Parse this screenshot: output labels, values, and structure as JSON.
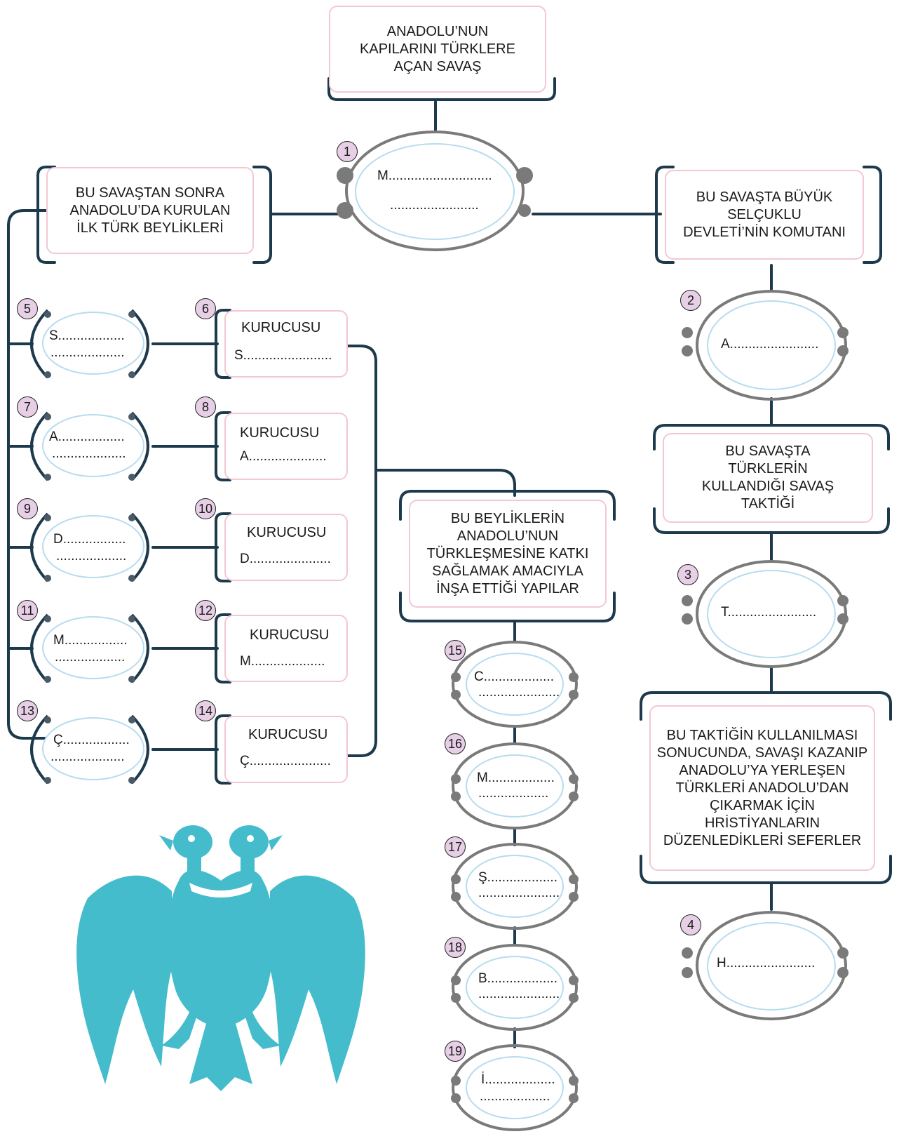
{
  "boxes": {
    "top": "ANADOLU’NUN KAPILARINI TÜRKLERE AÇAN SAVAŞ",
    "left": "BU SAVAŞTAN SONRA ANADOLU’DA KURULAN İLK TÜRK BEYLİKLERİ",
    "right1": "BU SAVAŞTA BÜYÜK SELÇUKLU DEVLETİ’NİN KOMUTANI",
    "right2": "BU SAVAŞTA TÜRKLERİN KULLANDIĞI SAVAŞ TAKTİĞİ",
    "right3": "BU TAKTİĞİN  KULLANILMASI SONUCUNDA, SAVAŞI KAZANIP ANADOLU’YA YERLEŞEN TÜRKLERİ ANADOLU’DAN ÇIKARMAK İÇİN HRİSTİYANLARIN DÜZENLEDİKLERİ SEFERLER",
    "middle": "BU BEYLİKLERİN ANADOLU’NUN TÜRKLEŞMESİNE KATKI SAĞLAMAK AMACIYLA İNŞA ETTİĞİ YAPILAR"
  },
  "founder_label": "KURUCUSU",
  "numbers": [
    "1",
    "2",
    "3",
    "4",
    "5",
    "6",
    "7",
    "8",
    "9",
    "10",
    "11",
    "12",
    "13",
    "14",
    "15",
    "16",
    "17",
    "18",
    "19"
  ],
  "blanks": {
    "b1a": "M............................",
    "b1b": "........................",
    "b2": "A........................",
    "b3": "T........................",
    "b4": "H........................",
    "b5a": "S..................",
    "b5b": "....................",
    "b6": "S........................",
    "b7a": "A..................",
    "b7b": "....................",
    "b8": "A.....................",
    "b9a": "D.................",
    "b9b": "...................",
    "b10": "D......................",
    "b11a": "M.................",
    "b11b": "...................",
    "b12": "M....................",
    "b13a": "Ç..................",
    "b13b": "....................",
    "b14": "Ç......................",
    "b15a": "C...................",
    "b15b": "......................",
    "b16a": "M..................",
    "b16b": "...................",
    "b17a": "Ş...................",
    "b17b": "......................",
    "b18a": "B...................",
    "b18b": "......................",
    "b19a": "İ...................",
    "b19b": "..................."
  },
  "colors": {
    "frame": "#1d3a4c",
    "ring": "#7a7a7a",
    "inner": "#b6dcef",
    "box_border": "#f2c8d2",
    "badge": "#e7cfe6",
    "eagle": "#44bccb"
  },
  "emblem": "double-headed-eagle"
}
